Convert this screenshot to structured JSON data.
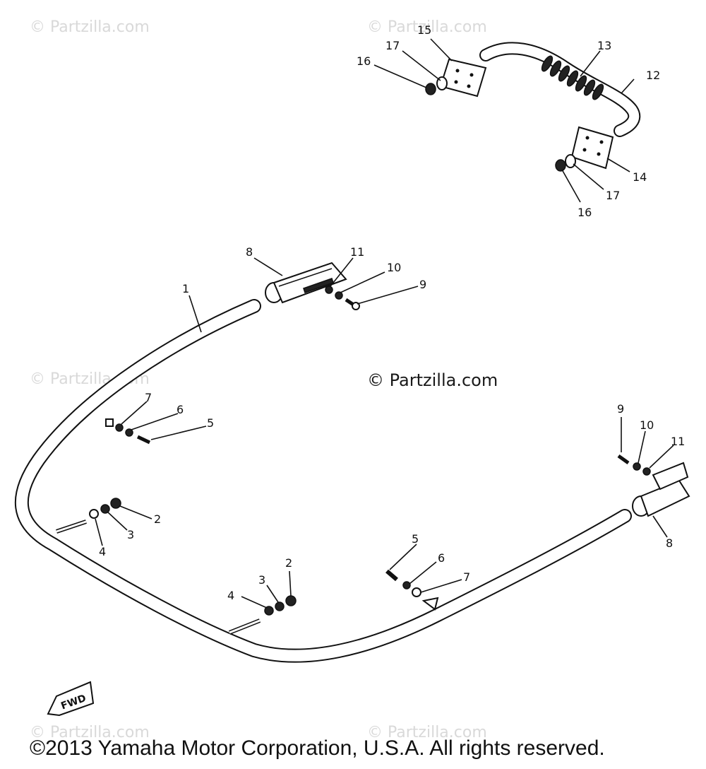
{
  "watermark": {
    "text": "© Partzilla.com"
  },
  "center_watermark": "© Partzilla.com",
  "copyright": "©2013 Yamaha Motor Corporation, U.S.A. All rights reserved.",
  "fwd_label": "FWD",
  "callouts": {
    "c1": "1",
    "c2a": "2",
    "c2b": "2",
    "c3a": "3",
    "c3b": "3",
    "c4a": "4",
    "c4b": "4",
    "c5a": "5",
    "c5b": "5",
    "c6a": "6",
    "c6b": "6",
    "c7a": "7",
    "c7b": "7",
    "c8a": "8",
    "c8b": "8",
    "c9a": "9",
    "c9b": "9",
    "c10a": "10",
    "c10b": "10",
    "c11a": "11",
    "c11b": "11",
    "c12": "12",
    "c13": "13",
    "c14": "14",
    "c15": "15",
    "c16a": "16",
    "c16b": "16",
    "c17a": "17",
    "c17b": "17"
  }
}
